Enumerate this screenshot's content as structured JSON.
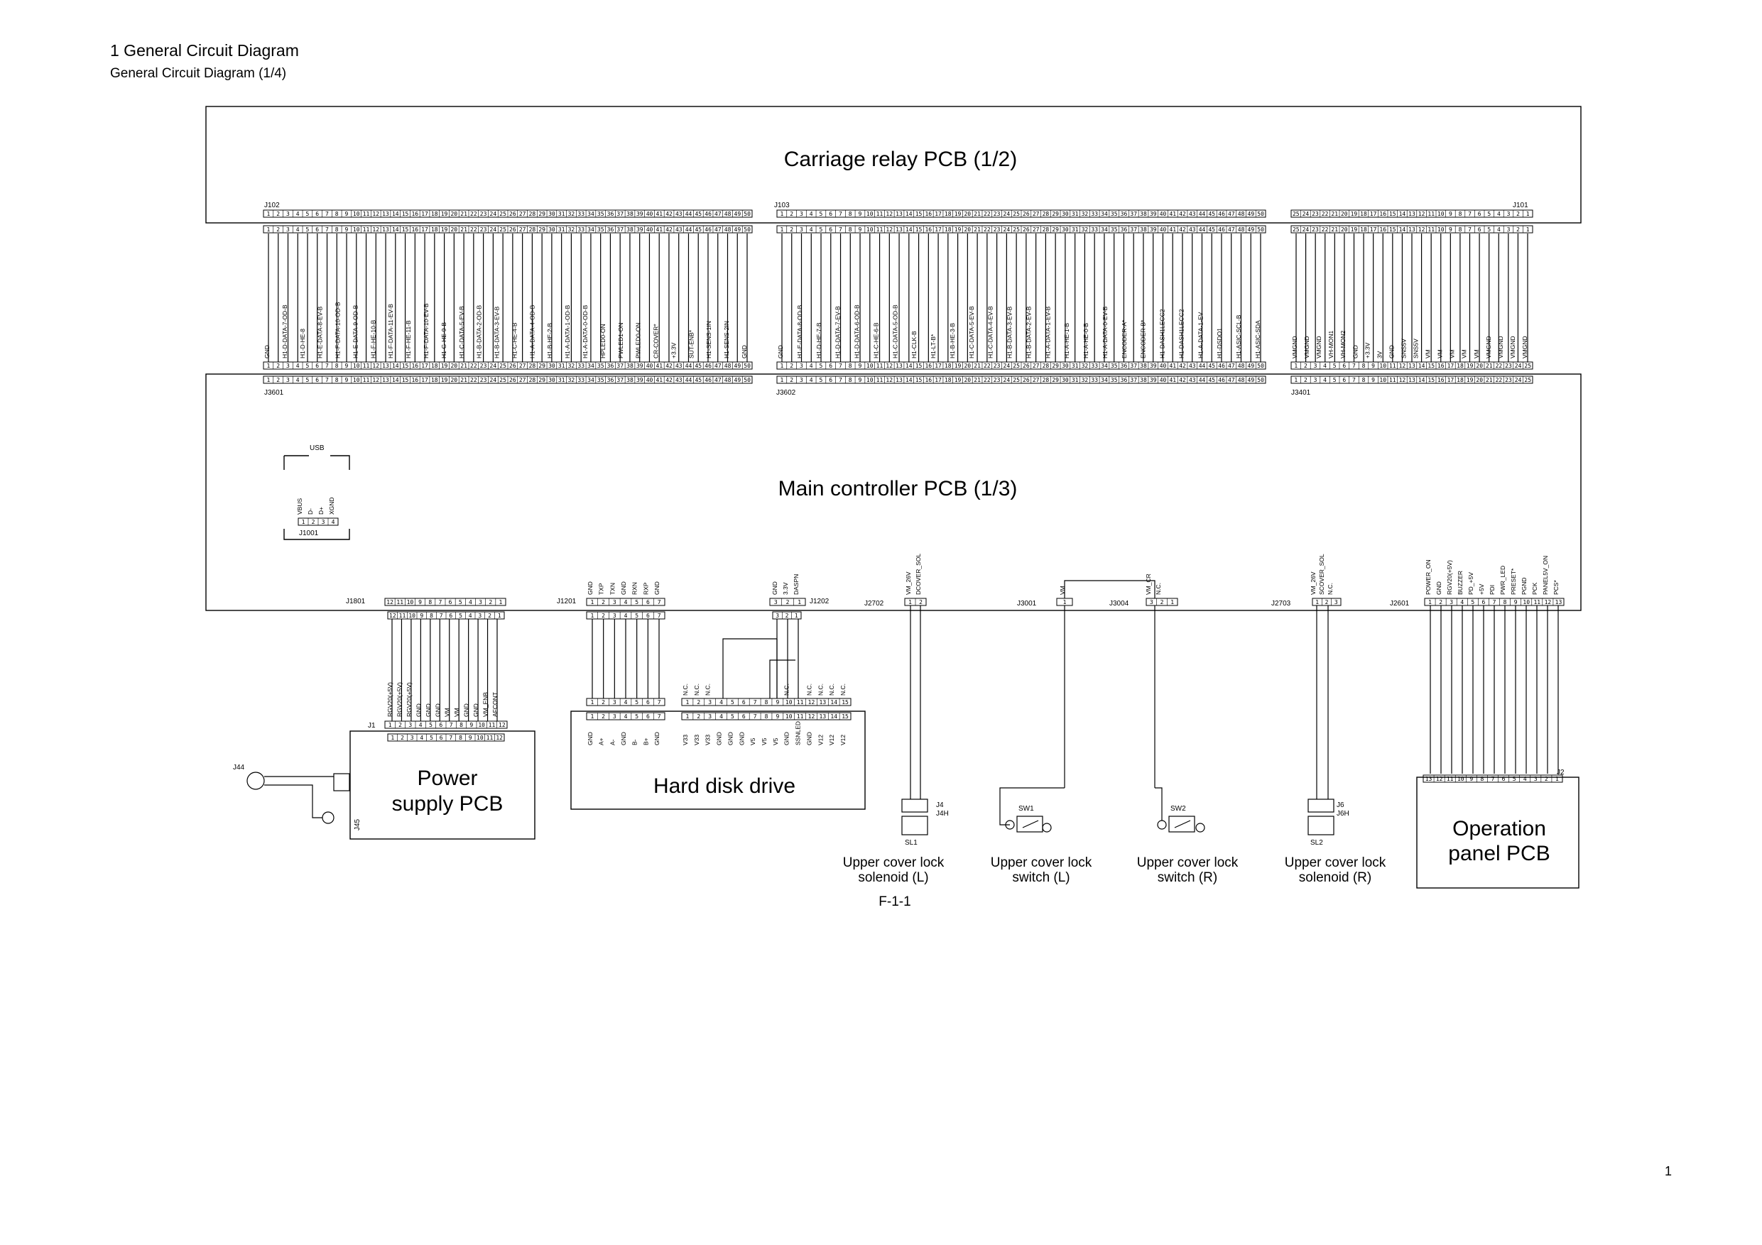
{
  "header": {
    "title": "1 General Circuit Diagram",
    "subtitle": "General Circuit Diagram (1/4)"
  },
  "page_number": "1",
  "figure_label": "F-1-1",
  "boards": {
    "carriage_relay": "Carriage relay PCB (1/2)",
    "main_controller": "Main controller PCB (1/3)",
    "power_supply": [
      "Power",
      "supply PCB"
    ],
    "hard_disk": "Hard disk drive",
    "operation_panel": [
      "Operation",
      "panel PCB"
    ]
  },
  "connectors": {
    "J102": "J102",
    "J103": "J103",
    "J101": "J101",
    "J3601": "J3601",
    "J3602": "J3602",
    "J3401": "J3401",
    "USB": "USB",
    "J1001": "J1001",
    "J1801": "J1801",
    "J1201": "J1201",
    "J1202": "J1202",
    "J2702": "J2702",
    "J3001": "J3001",
    "J3004": "J3004",
    "J2703": "J2703",
    "J2601": "J2601",
    "J1": "J1",
    "J44": "J44",
    "J45": "J45",
    "J4": "J4",
    "J4H": "J4H",
    "J6": "J6",
    "J6H": "J6H",
    "J2": "J2",
    "SL1": "SL1",
    "SL2": "SL2",
    "SW1": "SW1",
    "SW2": "SW2"
  },
  "components": [
    {
      "name": "Upper cover lock",
      "name2": "solenoid (L)"
    },
    {
      "name": "Upper cover lock",
      "name2": "switch (L)"
    },
    {
      "name": "Upper cover lock",
      "name2": "switch (R)"
    },
    {
      "name": "Upper cover lock",
      "name2": "solenoid (R)"
    }
  ],
  "usb_signals": [
    "VBUS",
    "D-",
    "D+",
    "XGND"
  ],
  "j1801_signals": [
    "RGV20(+5V)",
    "RGV20(+5V)",
    "RGV20(+5V)",
    "GND",
    "GND",
    "GND",
    "VM",
    "VM",
    "GND",
    "GND",
    "VM_ENB",
    "AFCONT"
  ],
  "j1201_signals": [
    "GND",
    "TXP",
    "TXN",
    "GND",
    "RXN",
    "RXP",
    "GND"
  ],
  "j1202_signals": [
    "GND",
    "3.3V",
    "DASPN"
  ],
  "hdd_pins_left": [
    "GND",
    "A+",
    "A-",
    "GND",
    "B-",
    "B+",
    "GND"
  ],
  "hdd_pins_right": [
    "V33",
    "V33",
    "V33",
    "GND",
    "GND",
    "GND",
    "V5",
    "V5",
    "V5",
    "GND",
    "SSNLED",
    "GND",
    "V12",
    "V12",
    "V12"
  ],
  "hdd_top_nc": [
    "N.C.",
    "N.C.",
    "N.C.",
    "",
    "",
    "",
    "",
    "",
    "",
    "N.C.",
    "",
    "N.C.",
    "N.C.",
    "N.C.",
    "N.C."
  ],
  "j2702_signals": [
    "VM_26V",
    "DCOVER_SOL"
  ],
  "j3001_signals": [
    "VM"
  ],
  "j3004_signals": [
    "VM_CR",
    "N.C."
  ],
  "j2703_signals": [
    "VM_26V",
    "SCOVER_SOL",
    "N.C."
  ],
  "j2601_signals": [
    "POWER_ON",
    "GND",
    "RGV20(+5V)",
    "BUZZER",
    "PD_+5V",
    "+5V",
    "PDI",
    "PWR_LED",
    "PRESET*",
    "PGND",
    "PCK",
    "PANEL5V_ON",
    "PCS*"
  ],
  "j3601_signals": [
    "GND",
    "H1-D-DATA-7-OD-B",
    "H1-D-HE-8",
    "H1-E-DATA-8-EV-B",
    "H1-F-DATA-10-OD-B",
    "H1-E-DATA-9-OD-B",
    "H1-F-HE-10-B",
    "H1-F-DATA-11-EV-B",
    "H1-F-HE-11-B",
    "H1-F-DATA-10-EV-B",
    "H1-G-HE-9-B",
    "H1-C-DATA-5-EV-B",
    "H1-B-DATA-2-OD-B",
    "H1-B-DATA-3-EV-B",
    "H1-C-HE-4-B",
    "H1-A-DATA-4-OD-B",
    "H1-B-HE-2-B",
    "H1-A-DATA-1-OD-B",
    "H1-A-DATA-0-OD-B",
    "HPLED0-ON",
    "PWLED1-ON",
    "PWLED0-ON",
    "CR-COVER*",
    "+3.3V",
    "SUT-ENB*",
    "H1-SENS-1IN",
    "H1-SENS-2IN",
    "GND"
  ],
  "j3602_signals": [
    "GND",
    "H1-E-DATA-8-OD-B",
    "H1-D-HE-7-B",
    "H1-D-DATA-7-EV-B",
    "H1-D-DATA-6-OD-B",
    "H1-C-HE-6-B",
    "H1-C-DATA-5-OD-B",
    "H1-CLK-B",
    "H1-LT-B*",
    "H1-B-HE-3-B",
    "H1-C-DATA-5-EV-B",
    "H1-C-DATA-4-EV-B",
    "H1-B-DATA-3-EV-B",
    "H1-B-DATA-2-EV-B",
    "H1-A-DATA-1-EV-B",
    "H1-A-HE-1-B",
    "H1-A-HE-0-B",
    "H1-A-DATA-0-EV-B",
    "ENCODER-A*",
    "ENCODER-B*",
    "H1-DASH1LECC2",
    "H1-DASH1LECC2",
    "H1-A-DATA-1-EV",
    "H1-DSDO1",
    "H1-ASIC-SCL-B",
    "H1-ASIC-SDA"
  ],
  "j3401_signals": [
    "VMGND",
    "VMGND",
    "VMGND",
    "VH-MON1",
    "VH-MON2",
    "GND",
    "+3.3V",
    "3V",
    "GND",
    "SNS5V",
    "SNS5V",
    "VM",
    "VM",
    "VM",
    "VM",
    "VM",
    "VMGND",
    "VMGND",
    "VMGND",
    "VMGND"
  ]
}
